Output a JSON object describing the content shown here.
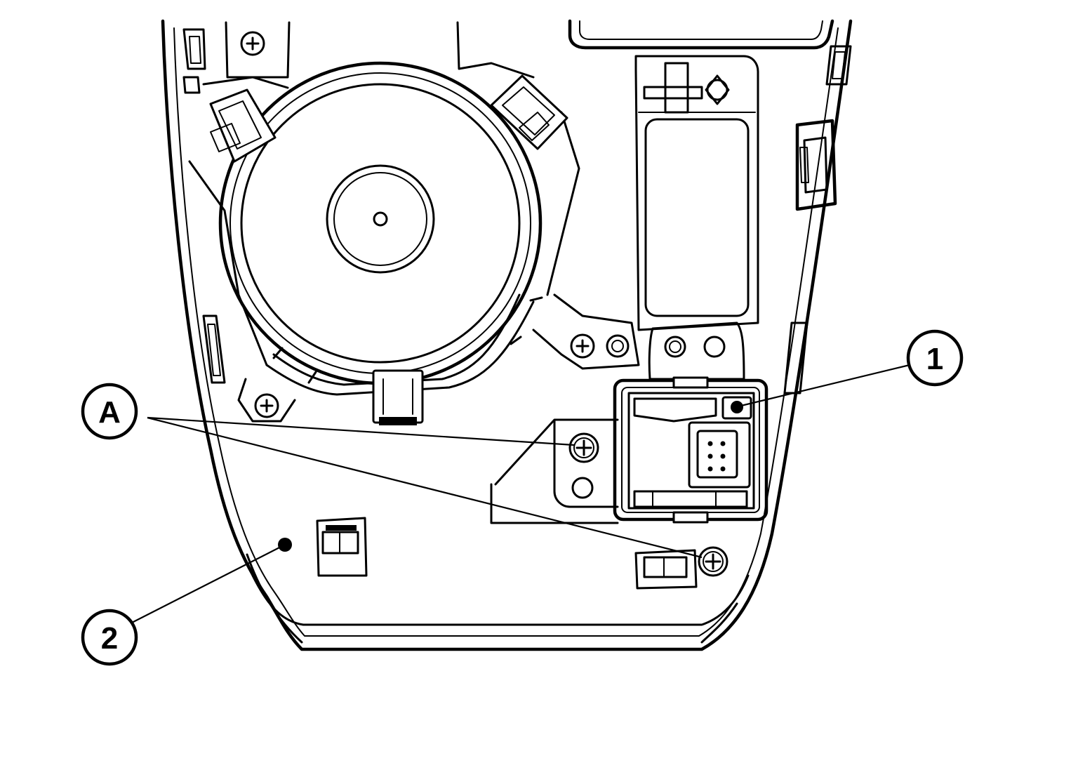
{
  "callouts": [
    {
      "id": "1",
      "label": "1"
    },
    {
      "id": "2",
      "label": "2"
    },
    {
      "id": "A",
      "label": "A"
    }
  ],
  "colors": {
    "line": "#000000",
    "background": "#ffffff"
  }
}
